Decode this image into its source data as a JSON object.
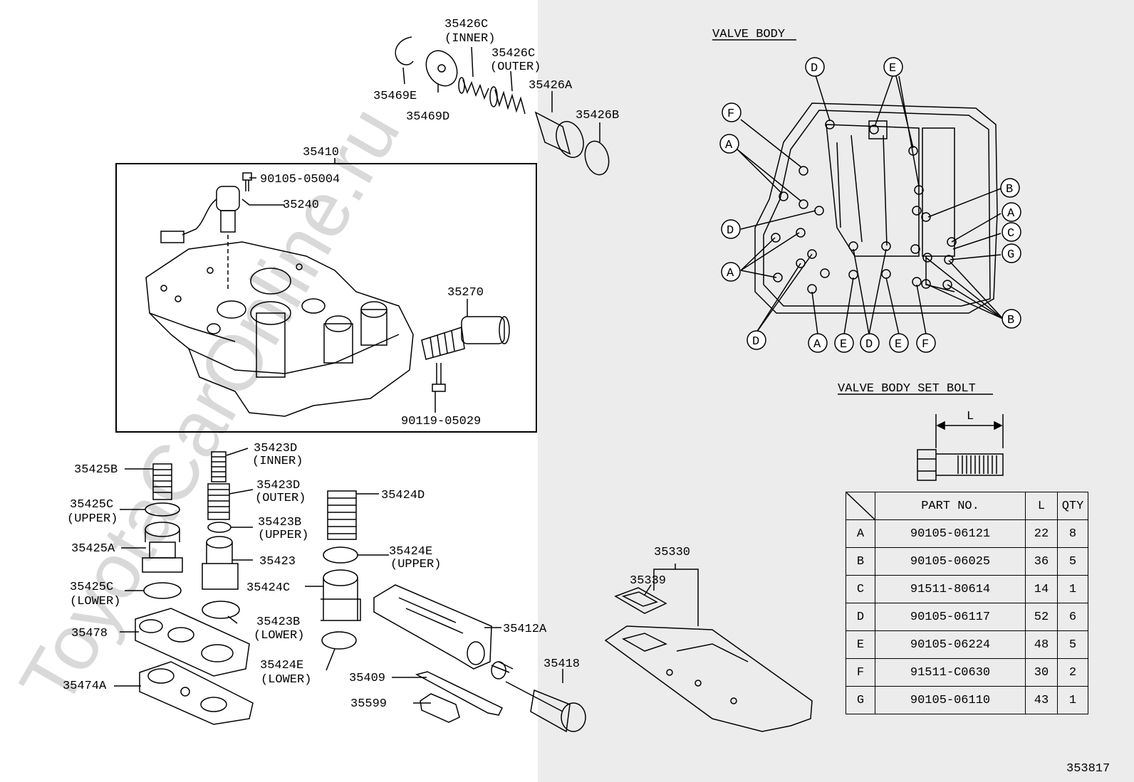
{
  "watermark": "ToyotaCarOnline.ru",
  "figure_number": "353817",
  "parts": {
    "p35426c_inner": "35426C",
    "p35426c_inner_note": "(INNER)",
    "p35426c_outer": "35426C",
    "p35426c_outer_note": "(OUTER)",
    "p35426a": "35426A",
    "p35469e": "35469E",
    "p35469d": "35469D",
    "p35426b": "35426B",
    "p35410": "35410",
    "p90105_05004": "90105-05004",
    "p35240": "35240",
    "p35270": "35270",
    "p90119_05029": "90119-05029",
    "p35425b": "35425B",
    "p35425c_upper": "35425C",
    "p35425c_upper_note": "(UPPER)",
    "p35425a": "35425A",
    "p35425c_lower": "35425C",
    "p35425c_lower_note": "(LOWER)",
    "p35478": "35478",
    "p35474a": "35474A",
    "p35423d_inner": "35423D",
    "p35423d_inner_note": "(INNER)",
    "p35423d_outer": "35423D",
    "p35423d_outer_note": "(OUTER)",
    "p35423b_upper": "35423B",
    "p35423b_upper_note": "(UPPER)",
    "p35423": "35423",
    "p35423b_lower": "35423B",
    "p35423b_lower_note": "(LOWER)",
    "p35424d": "35424D",
    "p35424e_upper": "35424E",
    "p35424e_upper_note": "(UPPER)",
    "p35424c": "35424C",
    "p35424e_lower": "35424E",
    "p35424e_lower_note": "(LOWER)",
    "p35412a": "35412A",
    "p35409": "35409",
    "p35599": "35599",
    "p35418": "35418",
    "p35330": "35330",
    "p35339": "35339"
  },
  "valve_body": {
    "title": "VALVE BODY",
    "callouts": [
      "D",
      "E",
      "F",
      "A",
      "B",
      "A",
      "D",
      "C",
      "G",
      "A",
      "B",
      "D",
      "A",
      "E",
      "D",
      "E",
      "F"
    ]
  },
  "set_bolt": {
    "title": "VALVE BODY SET BOLT",
    "dimension_label": "L"
  },
  "bolt_table": {
    "headers": {
      "part_no": "PART NO.",
      "l": "L",
      "qty": "QTY"
    },
    "rows": [
      {
        "id": "A",
        "part_no": "90105-06121",
        "l": "22",
        "qty": "8"
      },
      {
        "id": "B",
        "part_no": "90105-06025",
        "l": "36",
        "qty": "5"
      },
      {
        "id": "C",
        "part_no": "91511-80614",
        "l": "14",
        "qty": "1"
      },
      {
        "id": "D",
        "part_no": "90105-06117",
        "l": "52",
        "qty": "6"
      },
      {
        "id": "E",
        "part_no": "90105-06224",
        "l": "48",
        "qty": "5"
      },
      {
        "id": "F",
        "part_no": "91511-C0630",
        "l": "30",
        "qty": "2"
      },
      {
        "id": "G",
        "part_no": "90105-06110",
        "l": "43",
        "qty": "1"
      }
    ]
  }
}
